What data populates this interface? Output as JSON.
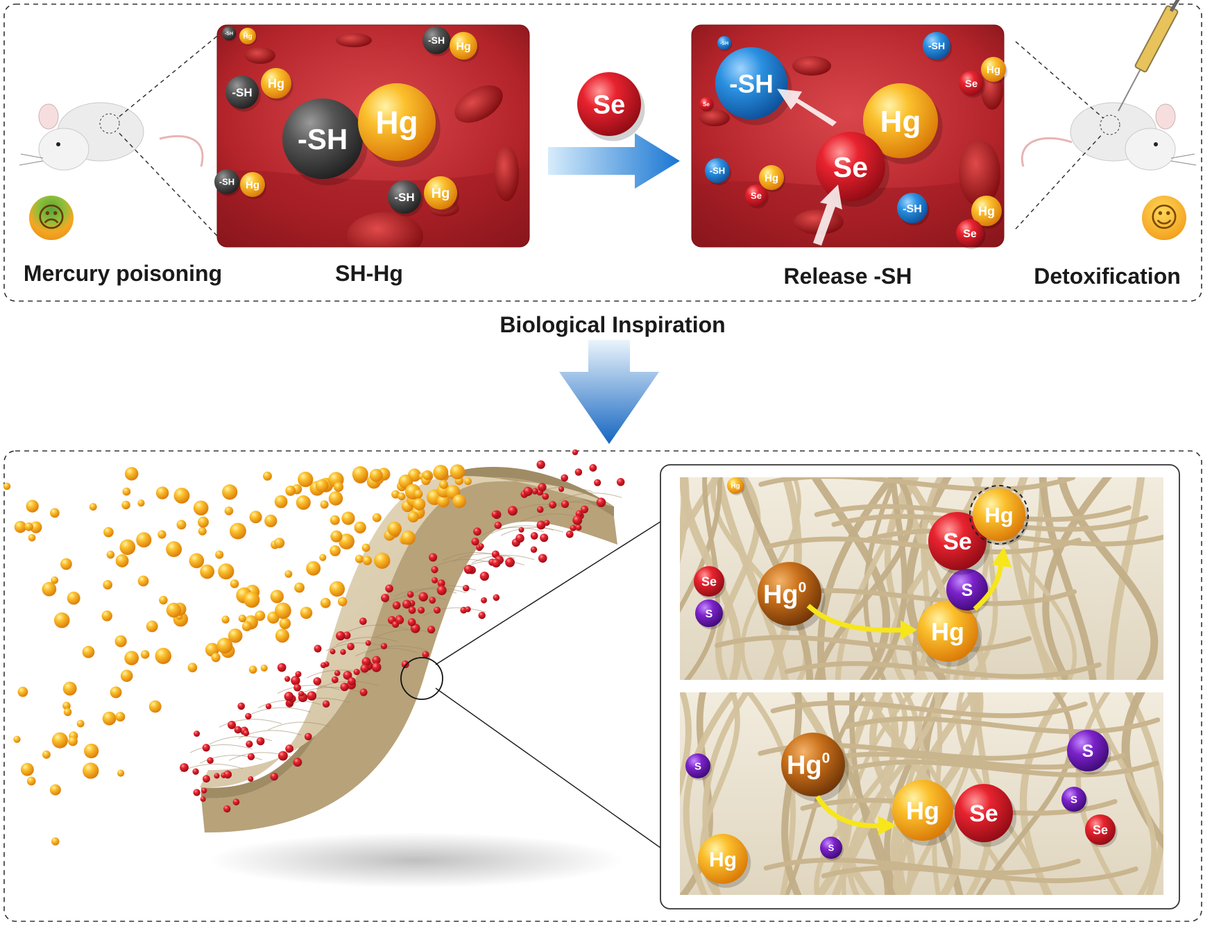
{
  "captions": {
    "mercury_poisoning": "Mercury poisoning",
    "sh_hg": "SH-Hg",
    "release_sh": "Release -SH",
    "detoxification": "Detoxification",
    "biological_inspiration": "Biological Inspiration"
  },
  "labels": {
    "sh": "-SH",
    "hg": "Hg",
    "se": "Se",
    "s": "S",
    "hg0_base": "Hg",
    "hg0_sup": "0"
  },
  "icons": {
    "sad_face": "☹",
    "happy_face": "☺",
    "mouse_left": "mouse-icon",
    "mouse_right": "mouse-icon",
    "syringe": "syringe-icon"
  },
  "colors": {
    "hg_atom": "#f5a623",
    "se_atom": "#e3162b",
    "sh_grey": "#4a4a4a",
    "sh_blue": "#1e88d9",
    "s_atom": "#7b22c9",
    "hg0_atom": "#c9701a",
    "blood_bg": "#b3242a",
    "fiber": "#cbb995",
    "arrow_blue": "#1976d2",
    "arrow_yellow": "#f7e61a"
  }
}
